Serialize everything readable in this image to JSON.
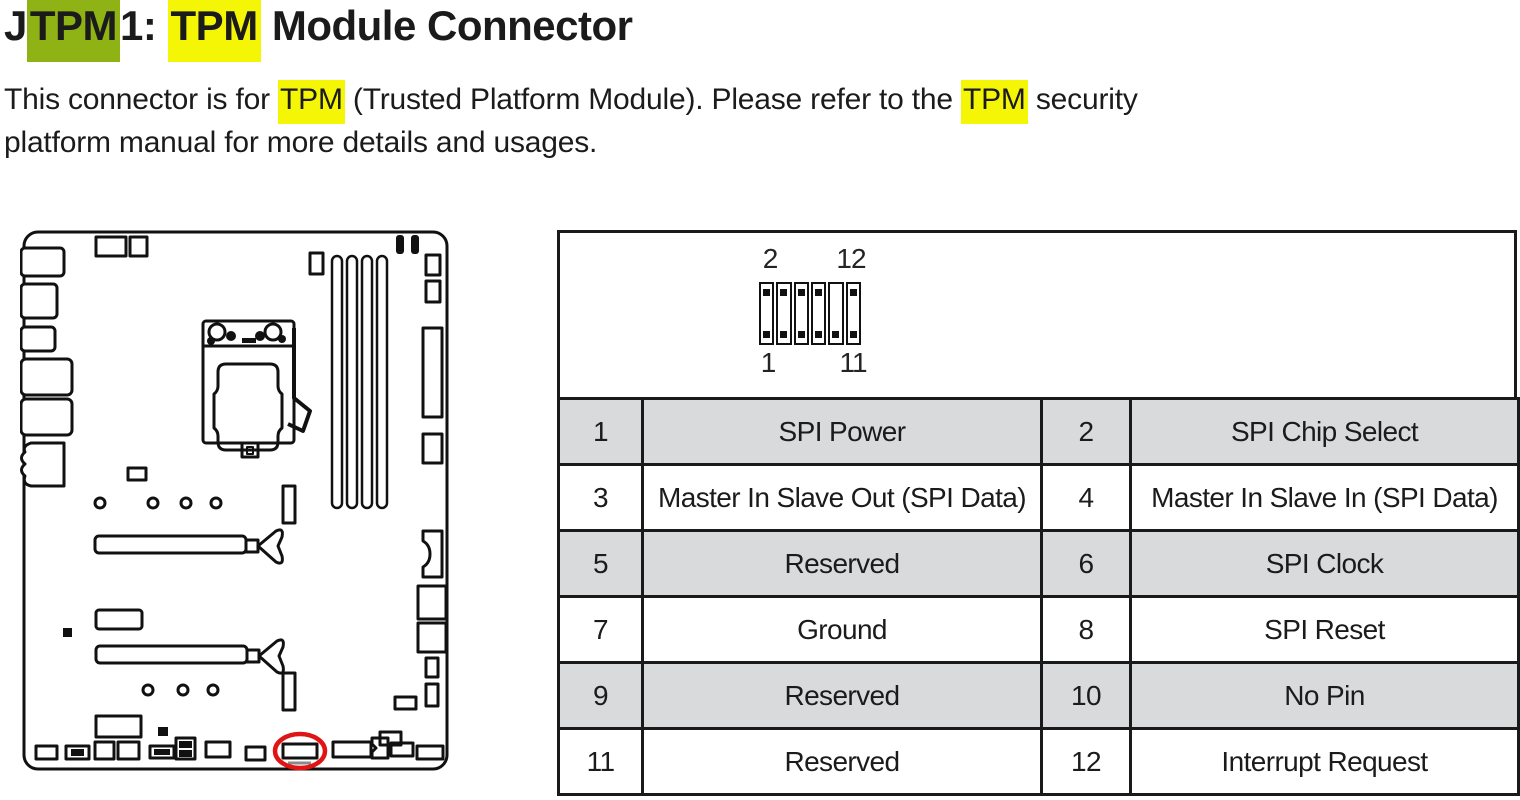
{
  "title": {
    "parts": [
      "J",
      "TPM",
      "1: ",
      "TPM",
      " Module Connector"
    ]
  },
  "description": {
    "line1": [
      "This connector is for ",
      "TPM",
      " (Trusted Platform Module). Please refer to the ",
      "TPM",
      " security"
    ],
    "line2": "platform manual for more details and usages."
  },
  "pin_header": {
    "label_top_left": "2",
    "label_top_right": "12",
    "label_bottom_left": "1",
    "label_bottom_right": "11",
    "columns": [
      {
        "top_pin": true,
        "bottom_pin": true
      },
      {
        "top_pin": true,
        "bottom_pin": true
      },
      {
        "top_pin": true,
        "bottom_pin": true
      },
      {
        "top_pin": true,
        "bottom_pin": true
      },
      {
        "top_pin": false,
        "bottom_pin": true
      },
      {
        "top_pin": true,
        "bottom_pin": true
      }
    ]
  },
  "pin_table": {
    "rows": [
      [
        "1",
        "SPI Power",
        "2",
        "SPI Chip Select"
      ],
      [
        "3",
        "Master In Slave Out (SPI Data)",
        "4",
        "Master In Slave In (SPI Data)"
      ],
      [
        "5",
        "Reserved",
        "6",
        "SPI Clock"
      ],
      [
        "7",
        "Ground",
        "8",
        "SPI Reset"
      ],
      [
        "9",
        "Reserved",
        "10",
        "No Pin"
      ],
      [
        "11",
        "Reserved",
        "12",
        "Interrupt Request"
      ]
    ]
  },
  "diagram": {
    "description": "motherboard layout with JTPM1 connector location circled at bottom center"
  },
  "colors": {
    "highlight_green": "#8fb314",
    "highlight_yellow": "#f5f506",
    "table_row_gray": "#d9dadb",
    "marker_red": "#e01414",
    "text": "#1b1b1b"
  }
}
